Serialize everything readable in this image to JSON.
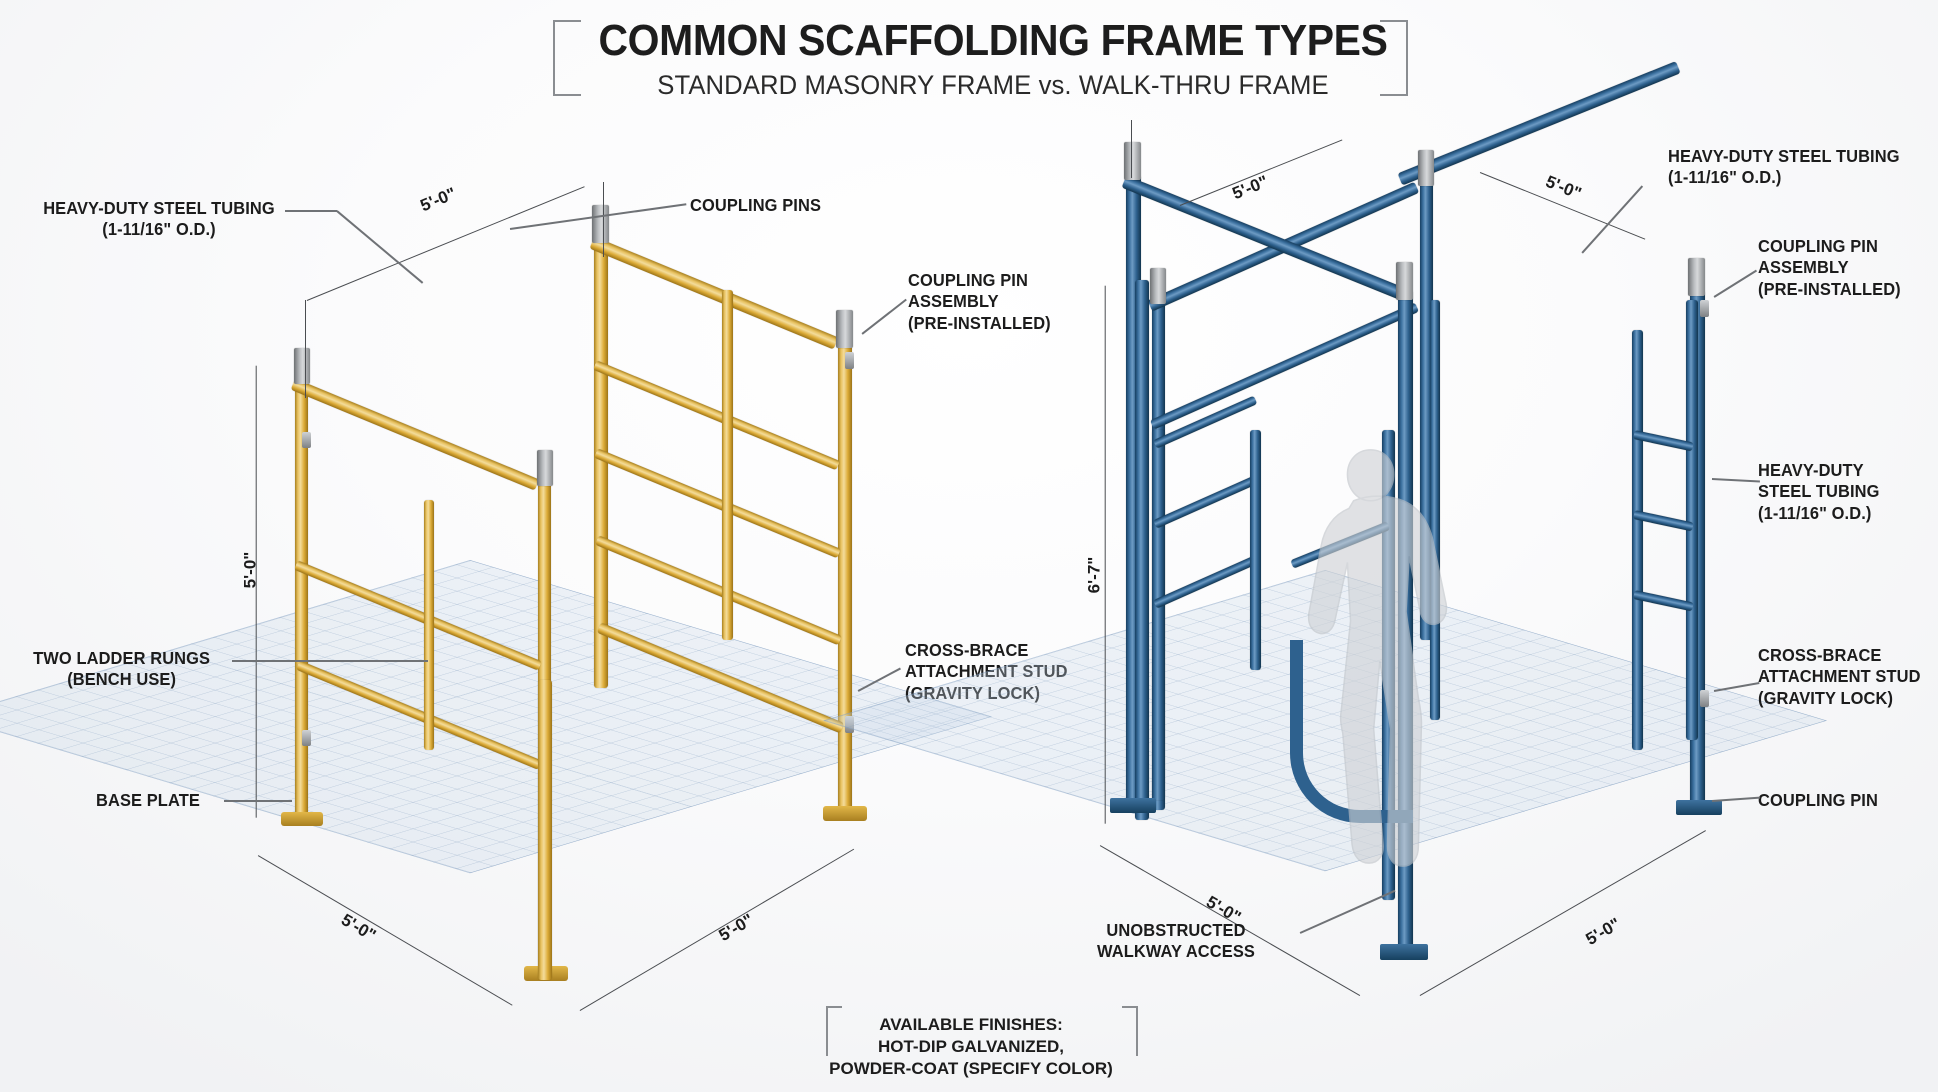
{
  "title": {
    "main": "COMMON SCAFFOLDING FRAME TYPES",
    "sub": "STANDARD MASONRY FRAME vs. WALK-THRU FRAME"
  },
  "left_frame": {
    "name": "standard-masonry-frame",
    "color": "#d9a838",
    "annotations": {
      "steel_tubing": "HEAVY-DUTY STEEL TUBING\n(1-11/16\" O.D.)",
      "coupling_pins": "COUPLING PINS",
      "coupling_pin_assembly": "COUPLING PIN\nASSEMBLY\n(PRE-INSTALLED)",
      "two_ladder_rungs": "TWO LADDER RUNGS\n(BENCH USE)",
      "cross_brace_stud": "CROSS-BRACE\nATTACHMENT STUD\n(GRAVITY LOCK)",
      "base_plate": "BASE PLATE"
    },
    "dimensions": {
      "top_width": "5'-0\"",
      "height": "5'-0\"",
      "bottom_left": "5'-0\"",
      "bottom_right": "5'-0\""
    }
  },
  "right_frame": {
    "name": "walk-thru-frame",
    "color": "#2c5f8d",
    "annotations": {
      "steel_tubing_top": "HEAVY-DUTY STEEL TUBING\n(1-11/16\" O.D.)",
      "coupling_pin_assembly": "COUPLING PIN\nASSEMBLY\n(PRE-INSTALLED)",
      "steel_tubing_side": "HEAVY-DUTY\nSTEEL TUBING\n(1-11/16\" O.D.)",
      "cross_brace_stud": "CROSS-BRACE\nATTACHMENT STUD\n(GRAVITY LOCK)",
      "coupling_pin": "COUPLING PIN",
      "walkway": "UNOBSTRUCTED\nWALKWAY ACCESS"
    },
    "dimensions": {
      "top_left": "5'-0\"",
      "top_right": "5'-0\"",
      "height": "6'-7\"",
      "bottom_left": "5'-0\"",
      "bottom_right": "5'-0\""
    }
  },
  "footer": {
    "finishes": "AVAILABLE FINISHES:\nHOT-DIP GALVANIZED,\nPOWDER-COAT (SPECIFY COLOR)"
  }
}
